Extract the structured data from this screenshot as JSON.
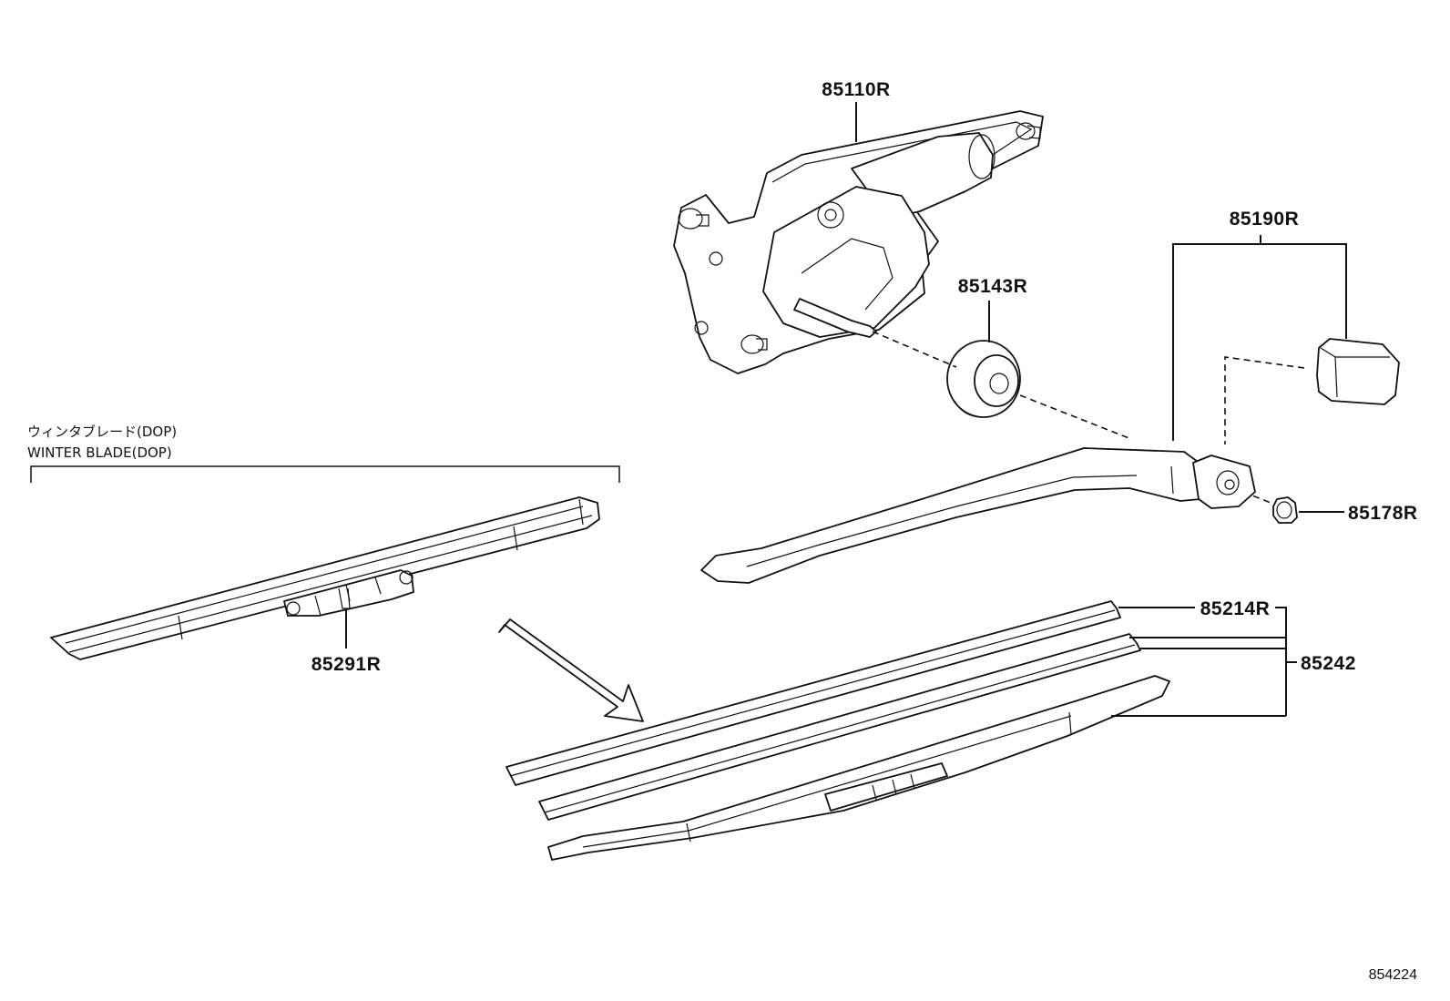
{
  "labels": {
    "wiper_motor": "85110R",
    "wiper_arm": "85190R",
    "pivot_cap": "85143R",
    "arm_nut": "85178R",
    "blade_rubber": "85214R",
    "wiper_blade": "85242",
    "winter_blade": "85291R"
  },
  "winter_blade_caption": {
    "japanese": "ウィンタブレード(DOP)",
    "english": "WINTER BLADE(DOP)"
  },
  "diagram_ref": "854224"
}
